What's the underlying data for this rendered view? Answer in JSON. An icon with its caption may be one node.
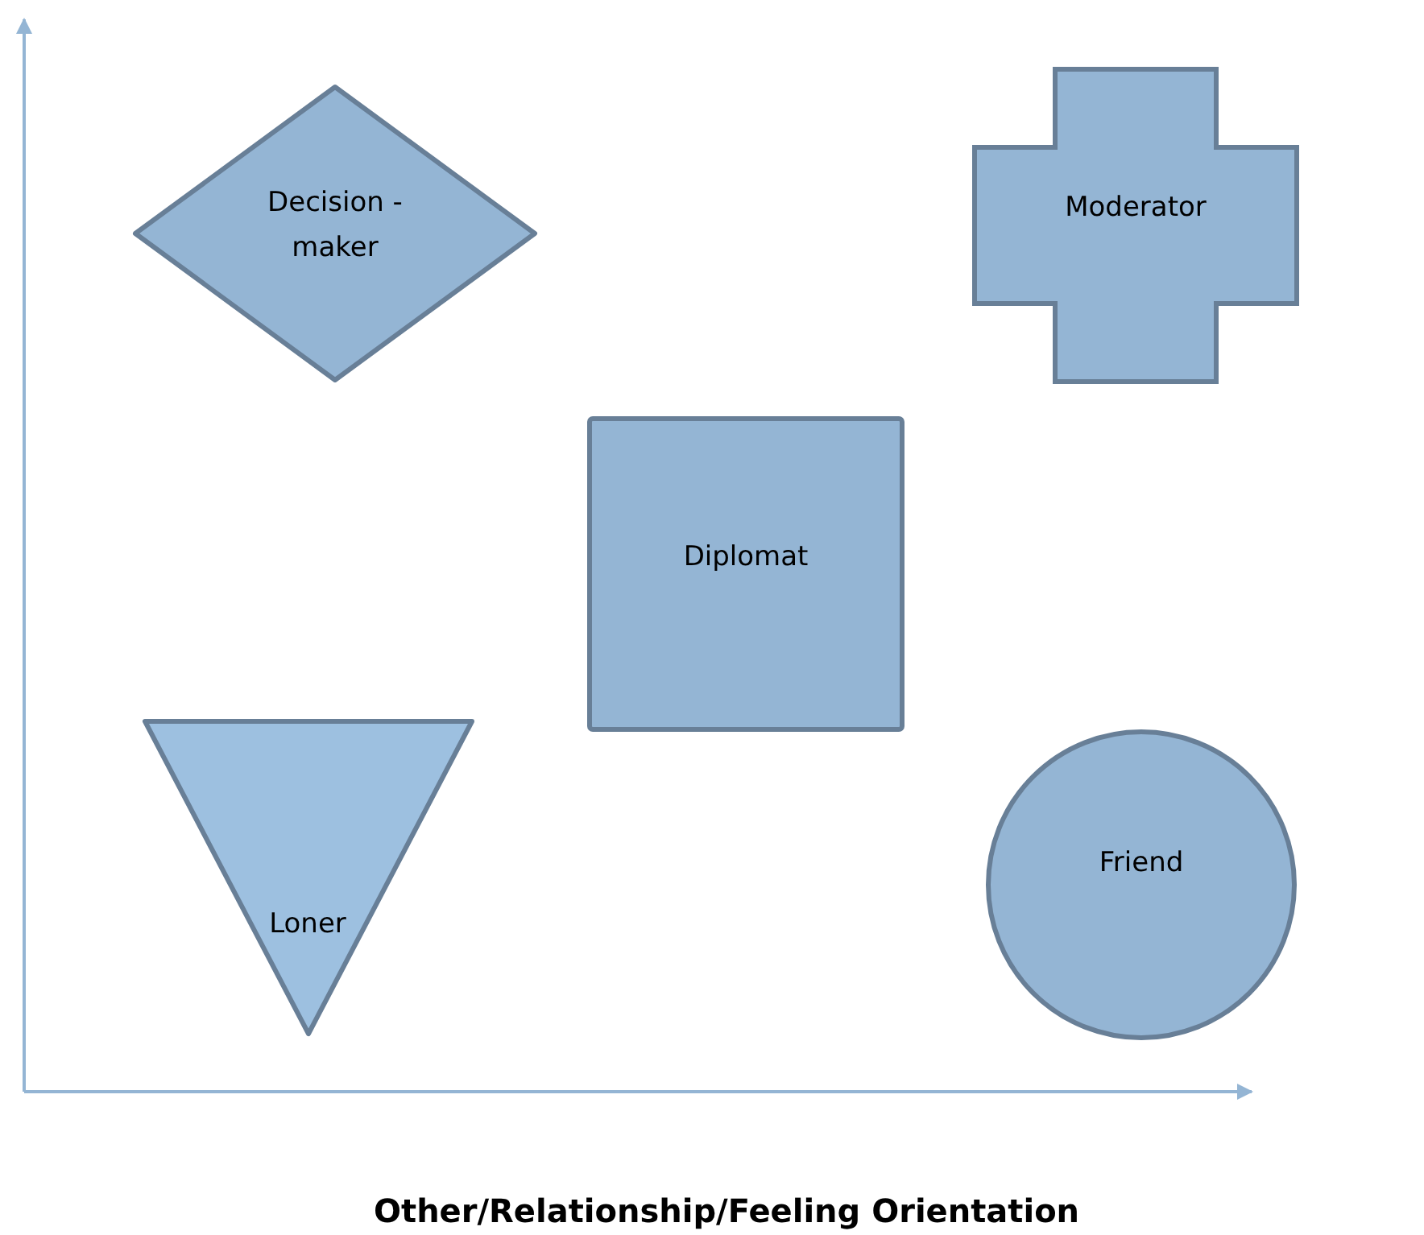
{
  "diagram": {
    "nodes": [
      {
        "text": [
          "Decision -maker"
        ]
      },
      {
        "text": [
          "Moderator"
        ]
      },
      {
        "text": [
          "Diplomat"
        ]
      },
      {
        "text": [
          "Loner"
        ]
      },
      {
        "text": [
          "Friend"
        ]
      }
    ],
    "labels": [
      "Other/Relationship/Feeling Orientation"
    ]
  }
}
